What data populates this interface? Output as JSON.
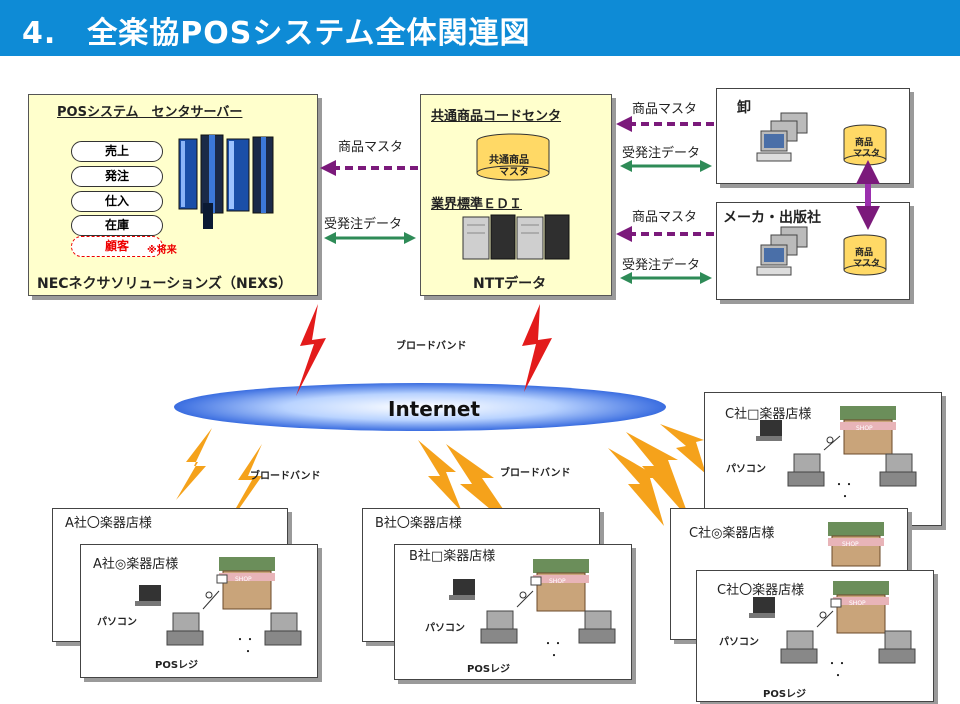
{
  "title": "4.　全楽協POSシステム全体関連図",
  "center_server": {
    "title": "POSシステム　センタサーバー",
    "items": [
      "売上",
      "発注",
      "仕入",
      "在庫"
    ],
    "future_item": "顧客",
    "future_note": "※将来",
    "company": "NECネクサソリューションズ（NEXS）"
  },
  "code_center": {
    "title": "共通商品コードセンタ",
    "db_label_1": "共通商品",
    "db_label_2": "マスタ",
    "edi": "業界標準ＥＤＩ",
    "company": "NTTデータ"
  },
  "wholesaler": {
    "title": "卸",
    "db_1": "商品",
    "db_2": "マスタ"
  },
  "maker": {
    "title": "メーカ・出版社",
    "db_1": "商品",
    "db_2": "マスタ"
  },
  "arrows": {
    "master": "商品マスタ",
    "order": "受発注データ"
  },
  "broadband": "ブロードバンド",
  "internet": "Internet",
  "stores": {
    "a_back": "A社〇楽器店様",
    "a_front": "A社◎楽器店様",
    "b_back": "B社〇楽器店様",
    "b_front": "B社□楽器店様",
    "c_1": "C社□楽器店様",
    "c_2": "C社◎楽器店様",
    "c_3": "C社〇楽器店様"
  },
  "store_labels": {
    "pc": "パソコン",
    "pos": "POSレジ",
    "shop": "SHOP"
  },
  "colors": {
    "header": "#0e8bd6",
    "panel": "#ffffcc",
    "master_arrow": "#7b1a7b",
    "order_arrow": "#2e8b57",
    "bolt_red": "#e31b1b",
    "bolt_orange": "#f5a21b"
  }
}
